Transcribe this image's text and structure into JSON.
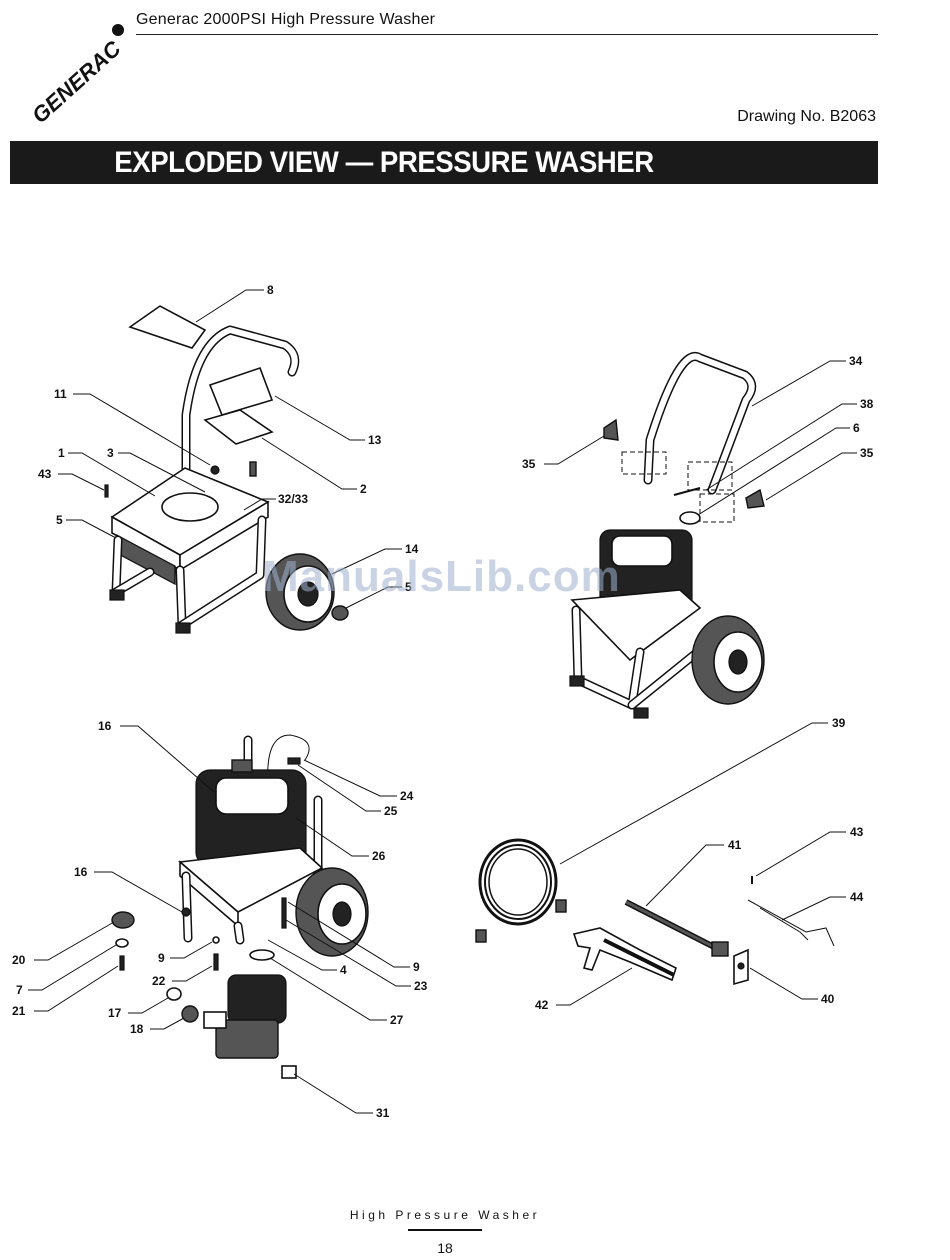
{
  "header": {
    "brand": "GENERAC",
    "title": "Generac 2000PSI  High Pressure Washer",
    "drawing_no": "Drawing No. B2063"
  },
  "banner": {
    "title": "EXPLODED VIEW — PRESSURE WASHER"
  },
  "callouts": {
    "c8": "8",
    "c11": "11",
    "c13": "13",
    "c3": "3",
    "c2": "2",
    "c1": "1",
    "c43a": "43",
    "c5a": "5",
    "c32_33": "32/33",
    "c14": "14",
    "c5b": "5",
    "c34": "34",
    "c38": "38",
    "c6": "6",
    "c35a": "35",
    "c35b": "35",
    "c16a": "16",
    "c24": "24",
    "c25": "25",
    "c26": "26",
    "c16b": "16",
    "c20": "20",
    "c9a": "9",
    "c7": "7",
    "c4": "4",
    "c9b": "9",
    "c22": "22",
    "c23": "23",
    "c21": "21",
    "c17": "17",
    "c18": "18",
    "c27": "27",
    "c31": "31",
    "c39": "39",
    "c41": "41",
    "c43b": "43",
    "c44": "44",
    "c42": "42",
    "c40": "40"
  },
  "watermark": "ManualsLib.com",
  "footer": {
    "text": "High Pressure Washer",
    "page": "18"
  }
}
